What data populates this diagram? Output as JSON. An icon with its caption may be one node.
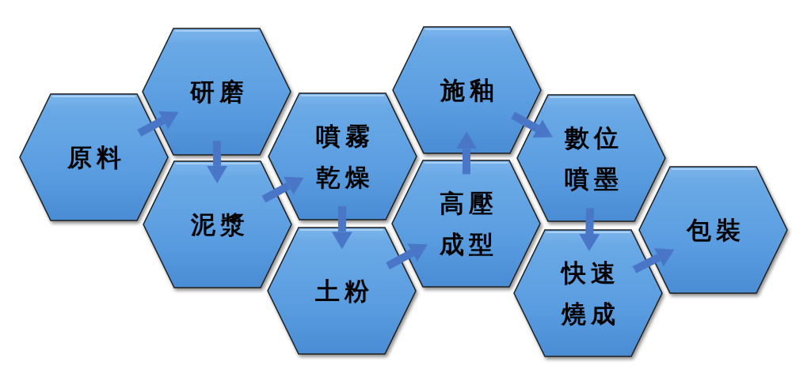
{
  "diagram": {
    "nodes": [
      {
        "text": [
          "原料"
        ]
      },
      {
        "text": [
          "研磨"
        ]
      },
      {
        "text": [
          "泥漿"
        ]
      },
      {
        "text": [
          "噴霧乾燥"
        ]
      },
      {
        "text": [
          "土粉"
        ]
      },
      {
        "text": [
          "施釉"
        ]
      },
      {
        "text": [
          "高壓成型"
        ]
      },
      {
        "text": [
          "數位噴墨"
        ]
      },
      {
        "text": [
          "快速燒成"
        ]
      },
      {
        "text": [
          "包裝"
        ]
      }
    ],
    "edges": [
      {
        "from": 0,
        "to": 1,
        "arrow": "to"
      },
      {
        "from": 1,
        "to": 2,
        "arrow": "to"
      },
      {
        "from": 2,
        "to": 3,
        "arrow": "to"
      },
      {
        "from": 3,
        "to": 4,
        "arrow": "to"
      },
      {
        "from": 4,
        "to": 6,
        "arrow": "to"
      },
      {
        "from": 6,
        "to": 5,
        "arrow": "to"
      },
      {
        "from": 5,
        "to": 7,
        "arrow": "to"
      },
      {
        "from": 7,
        "to": 8,
        "arrow": "to"
      },
      {
        "from": 8,
        "to": 9,
        "arrow": "to"
      }
    ]
  }
}
